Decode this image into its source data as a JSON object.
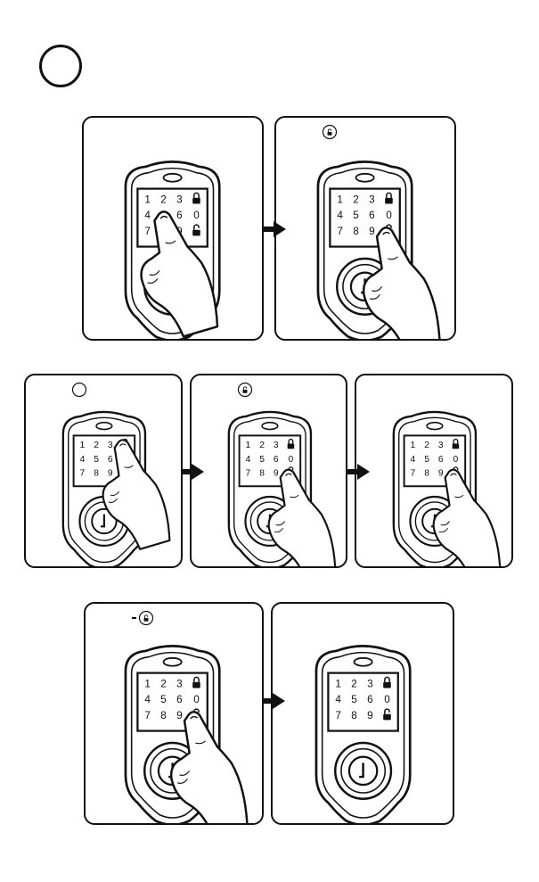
{
  "colors": {
    "ink": "#111111",
    "paper": "#ffffff",
    "screen": "#ffffff"
  },
  "keypad": {
    "rows": [
      [
        "1",
        "2",
        "3",
        "lock-icon"
      ],
      [
        "4",
        "5",
        "6",
        "0"
      ],
      [
        "7",
        "8",
        "9",
        "unlock-icon"
      ]
    ]
  },
  "panels": [
    {
      "id": "panel-1a",
      "hand_target": "5",
      "header_icon": ""
    },
    {
      "id": "panel-1b",
      "hand_target": "unlock",
      "header_icon": "unlock-icon"
    },
    {
      "id": "panel-2a",
      "hand_target": "lock",
      "header_icon": "empty-circle-icon"
    },
    {
      "id": "panel-2b",
      "hand_target": "unlock",
      "header_icon": "unlock-icon"
    },
    {
      "id": "panel-2c",
      "hand_target": "unlock",
      "header_icon": ""
    },
    {
      "id": "panel-3a",
      "hand_target": "unlock",
      "header_icon": "minus-unlock-icon"
    },
    {
      "id": "panel-3b",
      "hand_target": "",
      "header_icon": ""
    }
  ]
}
